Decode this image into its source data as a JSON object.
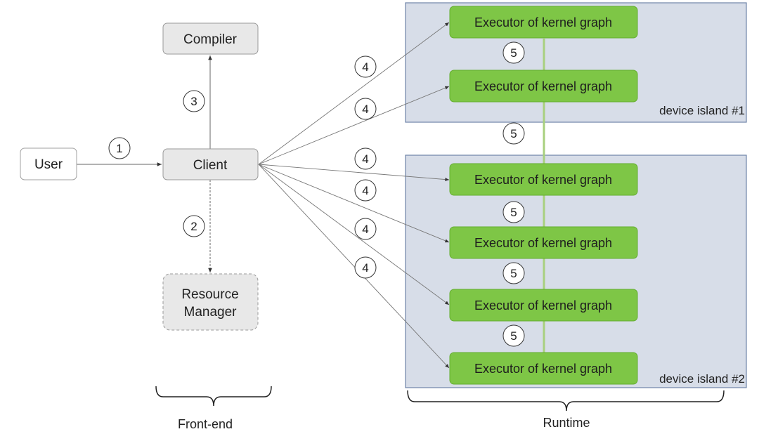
{
  "colors": {
    "executor_fill": "#7ec646",
    "executor_stroke": "#63ad2e",
    "island_fill": "#d7dde8",
    "island_stroke": "#6e84a8",
    "node_fill": "#e8e8e8",
    "node_stroke": "#9a9a9a",
    "link_green": "#a8d07e"
  },
  "nodes": {
    "user": "User",
    "client": "Client",
    "compiler": "Compiler",
    "resource_manager_line1": "Resource",
    "resource_manager_line2": "Manager"
  },
  "steps": {
    "request": "1",
    "resource": "2",
    "compile": "3",
    "dispatch": "4",
    "link": "5"
  },
  "islands": {
    "island1": "device island #1",
    "island2": "device island #2"
  },
  "executor_label": "Executor of kernel graph",
  "braces": {
    "frontend": "Front-end",
    "runtime": "Runtime"
  }
}
